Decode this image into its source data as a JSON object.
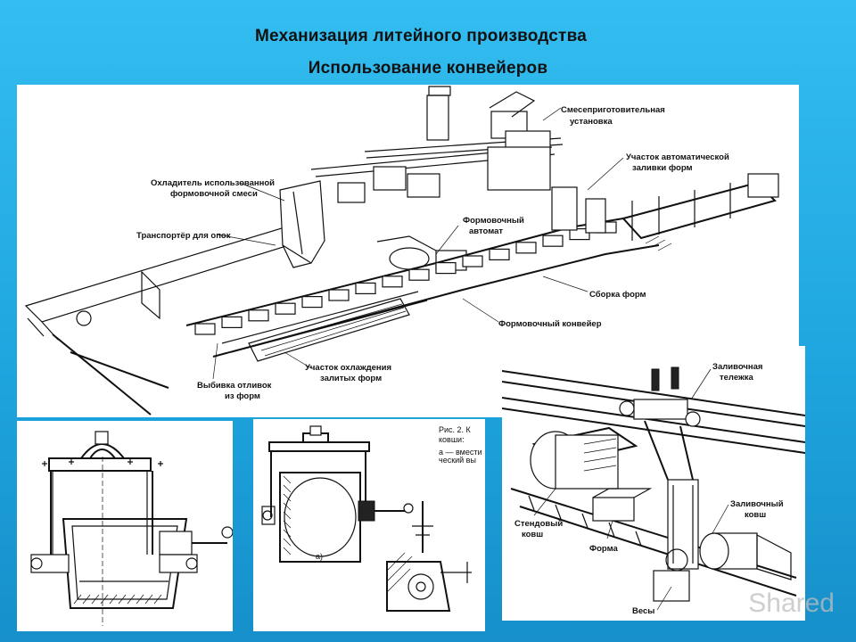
{
  "slide": {
    "title": "Механизация литейного производства",
    "subtitle": "Использование конвейеров"
  },
  "main_figure": {
    "labels": {
      "mixer": [
        "Смесеприготовительная",
        "установка"
      ],
      "auto_pour": [
        "Участок автоматической",
        "заливки форм"
      ],
      "cooler": [
        "Охладитель использованной",
        "формовочной смеси"
      ],
      "flask_conveyor": "Транспортёр для опок",
      "molding_machine": [
        "Формовочный",
        "автомат"
      ],
      "mold_assembly": "Сборка форм",
      "molding_conveyor": "Формовочный конвейер",
      "cooling_zone": [
        "Участок охлаждения",
        "залитых форм"
      ],
      "knockout": [
        "Выбивка отливок",
        "из форм"
      ]
    }
  },
  "ladle2_figure": {
    "caption_lines": [
      "Рис. 2. К",
      "ковши:",
      "а — вмести",
      "ческий вы"
    ],
    "sub_label": "а)"
  },
  "cart_figure": {
    "labels": {
      "pouring_cart": [
        "Заливочная",
        "тележка"
      ],
      "pouring_ladle": [
        "Заливочный",
        "ковш"
      ],
      "stand_ladle": [
        "Стендовый",
        "ковш"
      ],
      "mold": "Форма",
      "scales": "Весы"
    }
  },
  "watermark": "Shared",
  "colors": {
    "background": "#1fa6df",
    "panel": "#ffffff",
    "ink": "#111111"
  }
}
